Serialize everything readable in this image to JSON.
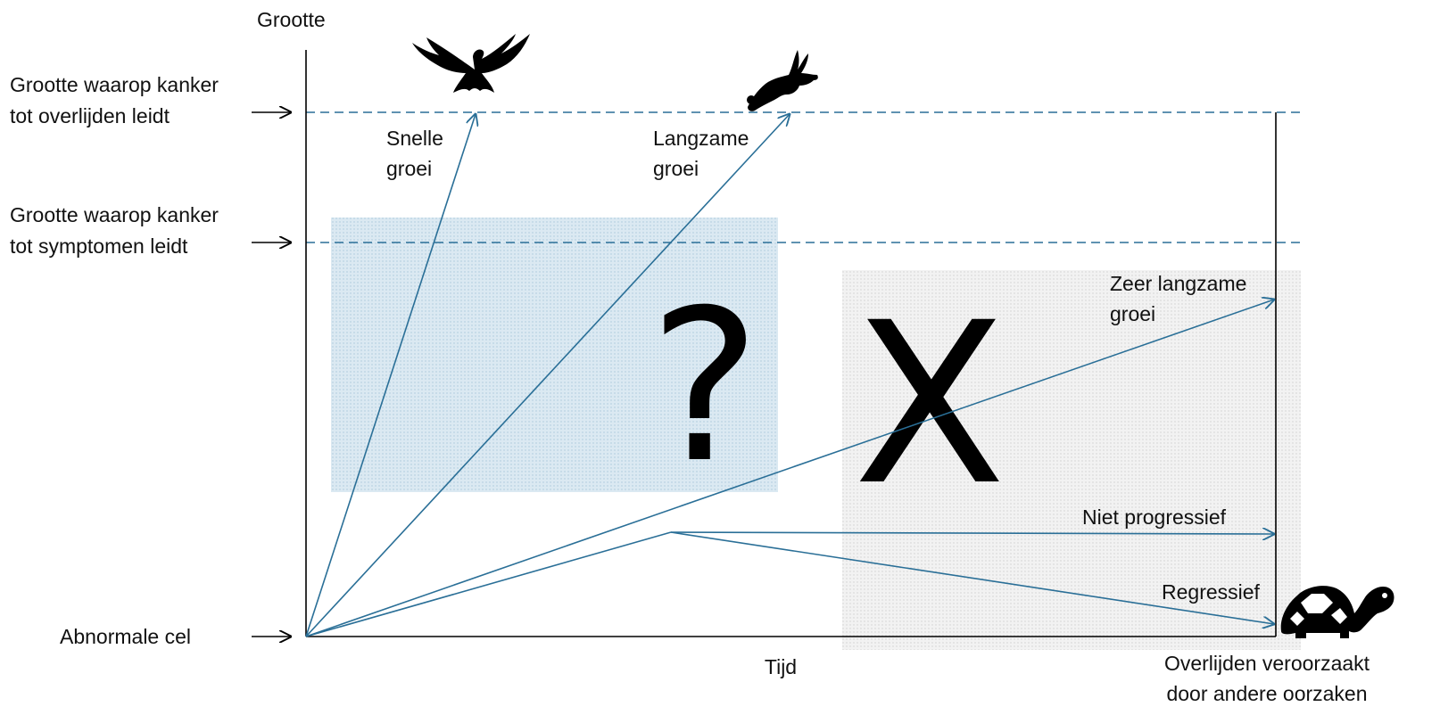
{
  "axes": {
    "y_title": "Grootte",
    "x_title": "Tijd"
  },
  "levels": {
    "death_line1": "Grootte waarop kanker",
    "death_line2": "tot overlijden leidt",
    "symptom_line1": "Grootte waarop kanker",
    "symptom_line2": "tot symptomen leidt",
    "origin": "Abnormale cel"
  },
  "trajectories": {
    "fast_line1": "Snelle",
    "fast_line2": "groei",
    "slow_line1": "Langzame",
    "slow_line2": "groei",
    "very_slow_line1": "Zeer langzame",
    "very_slow_line2": "groei",
    "non_progressive": "Niet progressief",
    "regressive": "Regressief"
  },
  "regions": {
    "unknown_symbol": "?",
    "excluded_symbol": "X"
  },
  "end_label_line1": "Overlijden veroorzaakt",
  "end_label_line2": "door andere oorzaken",
  "colors": {
    "arrow": "#2a6f97",
    "dashed": "#2a6f97",
    "question_region": "#cfe2ee",
    "x_region": "#ececec",
    "axis": "#000000"
  },
  "icons": {
    "fast": "eagle-icon",
    "slow": "hare-icon",
    "very_slow": "tortoise-icon"
  }
}
